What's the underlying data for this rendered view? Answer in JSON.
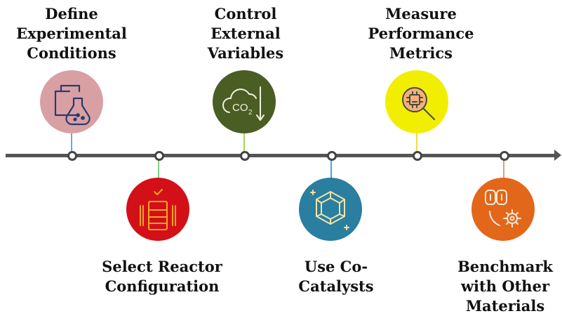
{
  "steps": [
    {
      "label_lines": [
        "Define",
        "Experimental",
        "Conditions"
      ],
      "color": "#d9a0a4",
      "icon": "flask-icon"
    },
    {
      "label_lines": [
        "Select Reactor",
        "Configuration"
      ],
      "color": "#d31018",
      "icon": "reactor-icon"
    },
    {
      "label_lines": [
        "Control",
        "External",
        "Variables"
      ],
      "color": "#4a5d23",
      "icon": "co2-cloud-icon"
    },
    {
      "label_lines": [
        "Use Co-",
        "Catalysts"
      ],
      "color": "#2a7ea0",
      "icon": "crystal-icon"
    },
    {
      "label_lines": [
        "Measure",
        "Performance",
        "Metrics"
      ],
      "color": "#f2ee00",
      "icon": "chip-magnifier-icon"
    },
    {
      "label_lines": [
        "Benchmark",
        "with Other",
        "Materials"
      ],
      "color": "#e2671a",
      "icon": "compare-gear-icon"
    }
  ],
  "co2_text": "CO",
  "co2_subscript": "2",
  "colors": {
    "line": "#555555",
    "stem_1": "#6fa8dc",
    "stem_2": "#7fd18a",
    "stem_3": "#a8d05a",
    "stem_4": "#4aa3d8",
    "stem_5": "#e6dd55",
    "stem_6": "#e69c6a"
  }
}
